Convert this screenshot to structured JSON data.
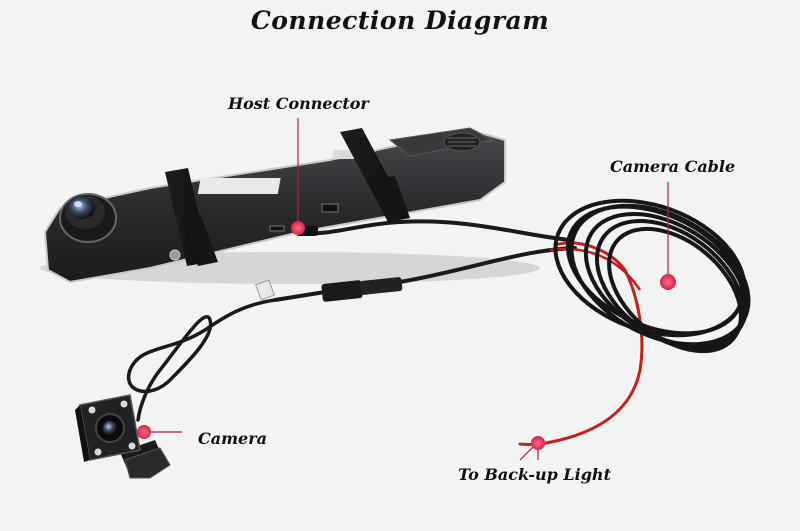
{
  "title": "Connection  Diagram",
  "labels": {
    "host_connector": "Host Connector",
    "camera_cable": "Camera Cable",
    "camera": "Camera",
    "backup_light": "To Back-up Light"
  },
  "colors": {
    "pointer": "#e0305a",
    "cable": "#1a1a1a",
    "red_wire": "#c81e1e",
    "mirror_body": "#2a2a2c"
  }
}
